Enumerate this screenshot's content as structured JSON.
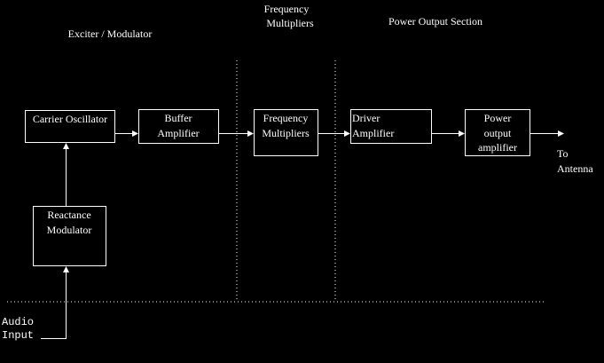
{
  "sections": {
    "exciter": "Exciter / Modulator",
    "multipliers": [
      "Frequency",
      "Multipliers"
    ],
    "power": "Power Output Section"
  },
  "blocks": {
    "carrier_oscillator": [
      "Carrier Oscillator"
    ],
    "buffer_amplifier": [
      "Buffer",
      "Amplifier"
    ],
    "frequency_multipliers": [
      "Frequency",
      "Multipliers"
    ],
    "driver_amplifier": [
      "Driver",
      "Amplifier"
    ],
    "power_output_amplifier": [
      "Power",
      "output",
      "amplifier"
    ],
    "reactance_modulator": [
      "Reactance",
      "Modulator"
    ]
  },
  "terminals": {
    "output": [
      "To",
      "Antenna"
    ],
    "input": [
      "Audio",
      "Input"
    ]
  },
  "colors": {
    "background": "#000000",
    "foreground": "#ffffff"
  }
}
